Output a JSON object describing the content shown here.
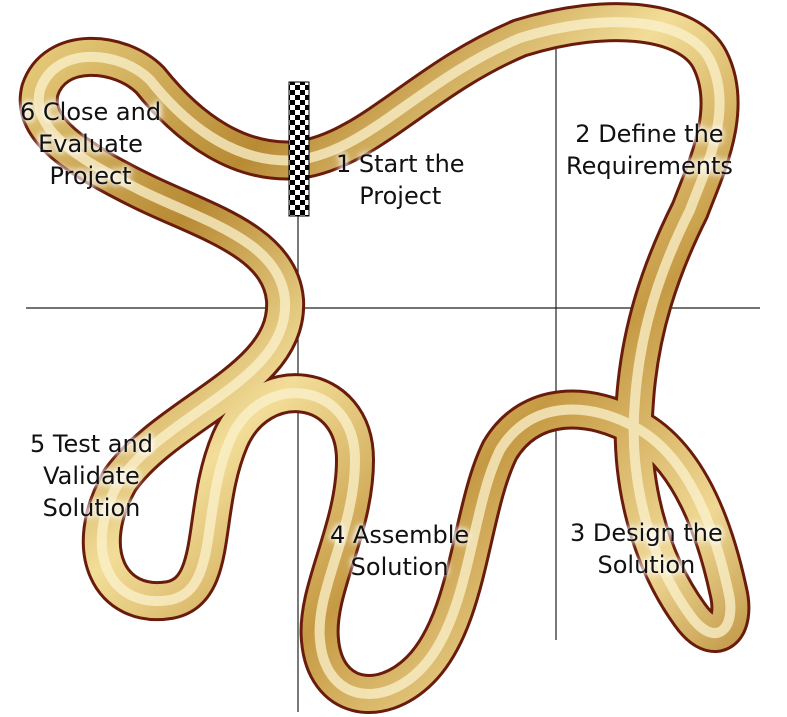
{
  "stages": [
    {
      "id": "start",
      "lines": [
        "1 Start the",
        "Project"
      ]
    },
    {
      "id": "define",
      "lines": [
        "2 Define the",
        "Requirements"
      ]
    },
    {
      "id": "design",
      "lines": [
        "3 Design the",
        "Solution"
      ]
    },
    {
      "id": "assemble",
      "lines": [
        "4 Assemble",
        "Solution"
      ]
    },
    {
      "id": "test",
      "lines": [
        "5 Test and",
        "Validate",
        "Solution"
      ]
    },
    {
      "id": "close",
      "lines": [
        "6 Close and",
        "Evaluate",
        "Project"
      ]
    }
  ],
  "colors": {
    "tube_light": "#f8ecb8",
    "tube_mid": "#d6b360",
    "tube_dark": "#8a6420",
    "tube_outline": "#5a1208",
    "axis": "#222222",
    "flag_dark": "#000000",
    "flag_light": "#ffffff"
  },
  "icons": [
    "checkered-flag-icon"
  ]
}
